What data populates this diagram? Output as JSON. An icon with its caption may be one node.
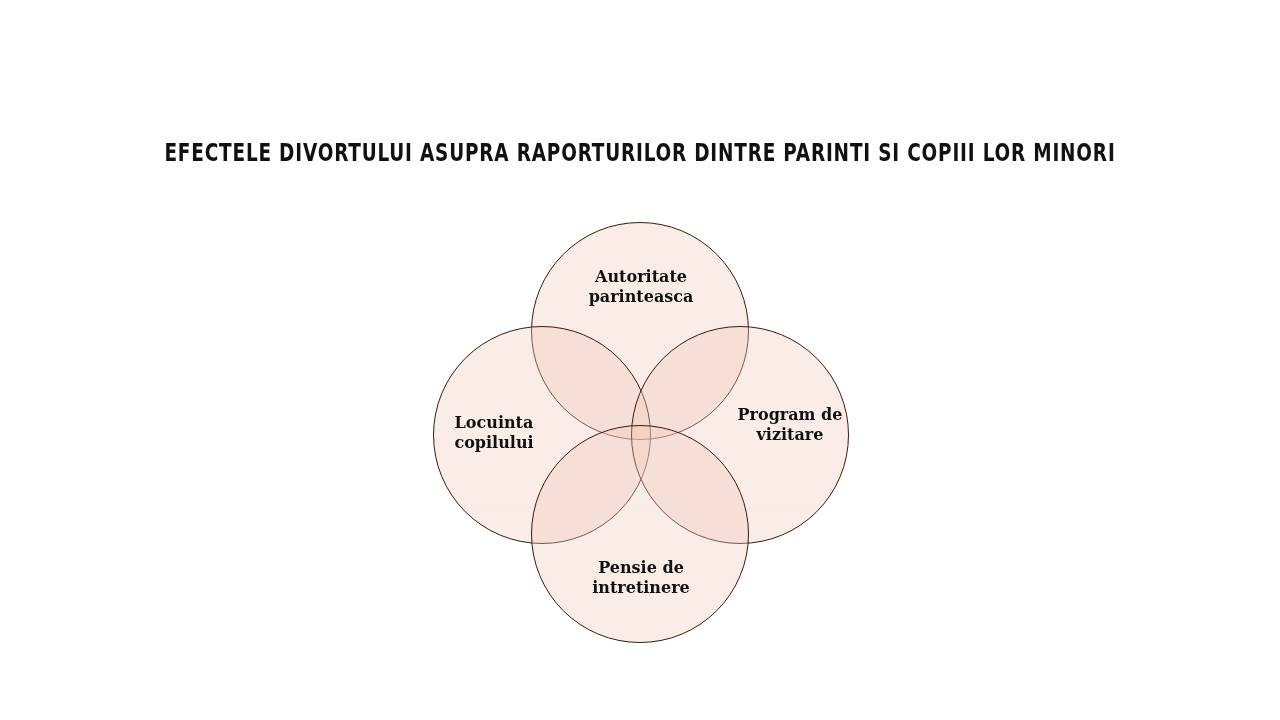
{
  "diagram": {
    "title": "EFECTELE DIVORTULUI ASUPRA RAPORTURILOR DINTRE PARINTI SI COPIII LOR MINORI",
    "nodes": [
      {
        "text": [
          "Autoritate parinteasca"
        ]
      },
      {
        "text": [
          "Locuinta copilului"
        ]
      },
      {
        "text": [
          "Program de vizitare"
        ]
      },
      {
        "text": [
          "Pensie de intretinere"
        ]
      }
    ]
  }
}
